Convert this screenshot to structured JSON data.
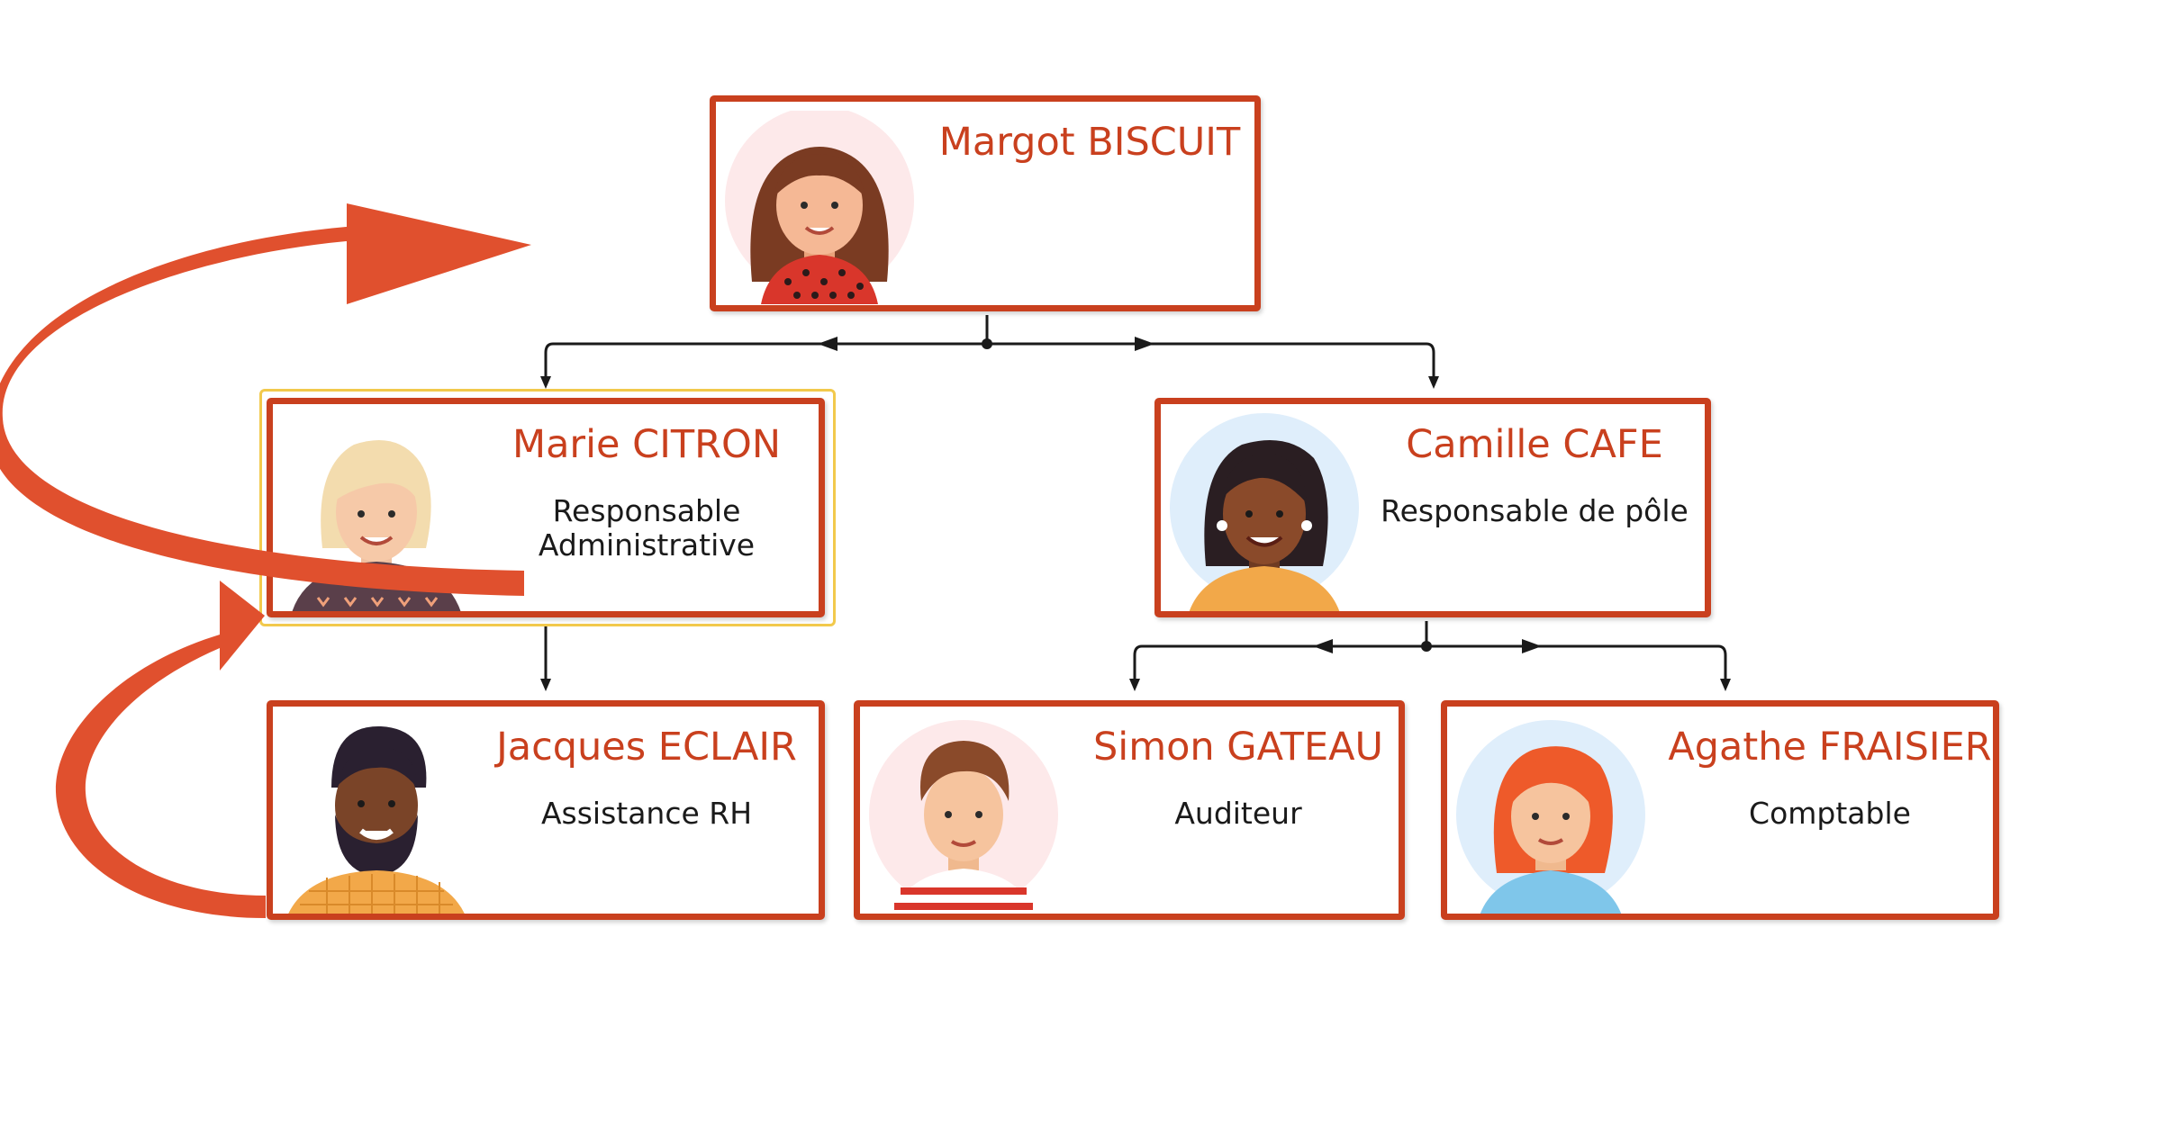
{
  "colors": {
    "card_border": "#c9401e",
    "name_text": "#c9401e",
    "flow_arrow": "#e0502e",
    "selection": "#f2c94c",
    "connector": "#1a1a1a"
  },
  "people": {
    "margot": {
      "name": "Margot BISCUIT",
      "role": "",
      "avatar": "woman-brown-hair-avatar"
    },
    "marie": {
      "name": "Marie CITRON",
      "role_line1": "Responsable",
      "role_line2": "Administrative",
      "avatar": "woman-blonde-hair-avatar"
    },
    "camille": {
      "name": "Camille CAFE",
      "role": "Responsable de pôle",
      "avatar": "woman-dark-hair-avatar"
    },
    "jacques": {
      "name": "Jacques ECLAIR",
      "role": "Assistance RH",
      "avatar": "bearded-man-avatar"
    },
    "simon": {
      "name": "Simon GATEAU",
      "role": "Auditeur",
      "avatar": "young-man-avatar"
    },
    "agathe": {
      "name": "Agathe FRAISIER",
      "role": "Comptable",
      "avatar": "woman-red-hair-avatar"
    }
  },
  "selected": "marie"
}
